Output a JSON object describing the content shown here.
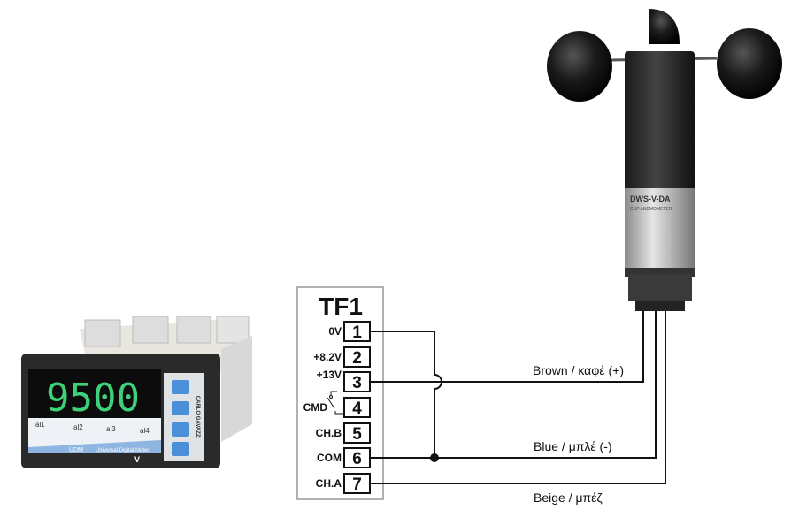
{
  "terminal_block": {
    "title": "TF1",
    "terminals": [
      {
        "num": "1",
        "label": "0V"
      },
      {
        "num": "2",
        "label": "+8.2V"
      },
      {
        "num": "3",
        "label": "+13V"
      },
      {
        "num": "4",
        "label": "CMD"
      },
      {
        "num": "5",
        "label": "CH.B"
      },
      {
        "num": "6",
        "label": "COM"
      },
      {
        "num": "7",
        "label": "CH.A"
      }
    ]
  },
  "wires": {
    "brown": "Brown / καφέ (+)",
    "blue": "Blue / μπλέ (-)",
    "beige": "Beige / μπέζ"
  },
  "meter": {
    "display": "9500",
    "alarms": [
      "al1",
      "al2",
      "al3",
      "al4"
    ],
    "brand": "UDM",
    "subtitle": "Universal Digital Meter",
    "unit": "V",
    "side_brand": "CARLO GAVAZZI"
  },
  "anemometer": {
    "model": "DWS-V-DA",
    "type": "CUP ANEMOMETER"
  },
  "colors": {
    "line": "#111111",
    "display": "#3fd07a",
    "button": "#4a8fd8"
  }
}
